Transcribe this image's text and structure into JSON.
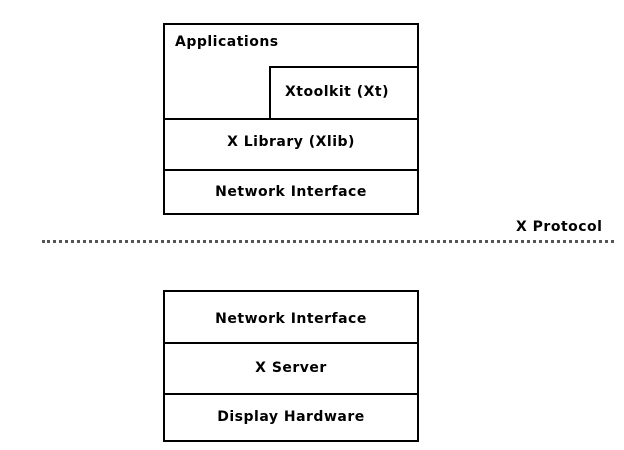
{
  "client_stack": {
    "applications": "Applications",
    "toolkit": "Xtoolkit (Xt)",
    "xlib": "X Library  (Xlib)",
    "network_interface": "Network Interface"
  },
  "protocol_label": "X Protocol",
  "server_stack": {
    "network_interface": "Network Interface",
    "x_server": "X Server",
    "display_hardware": "Display Hardware"
  }
}
